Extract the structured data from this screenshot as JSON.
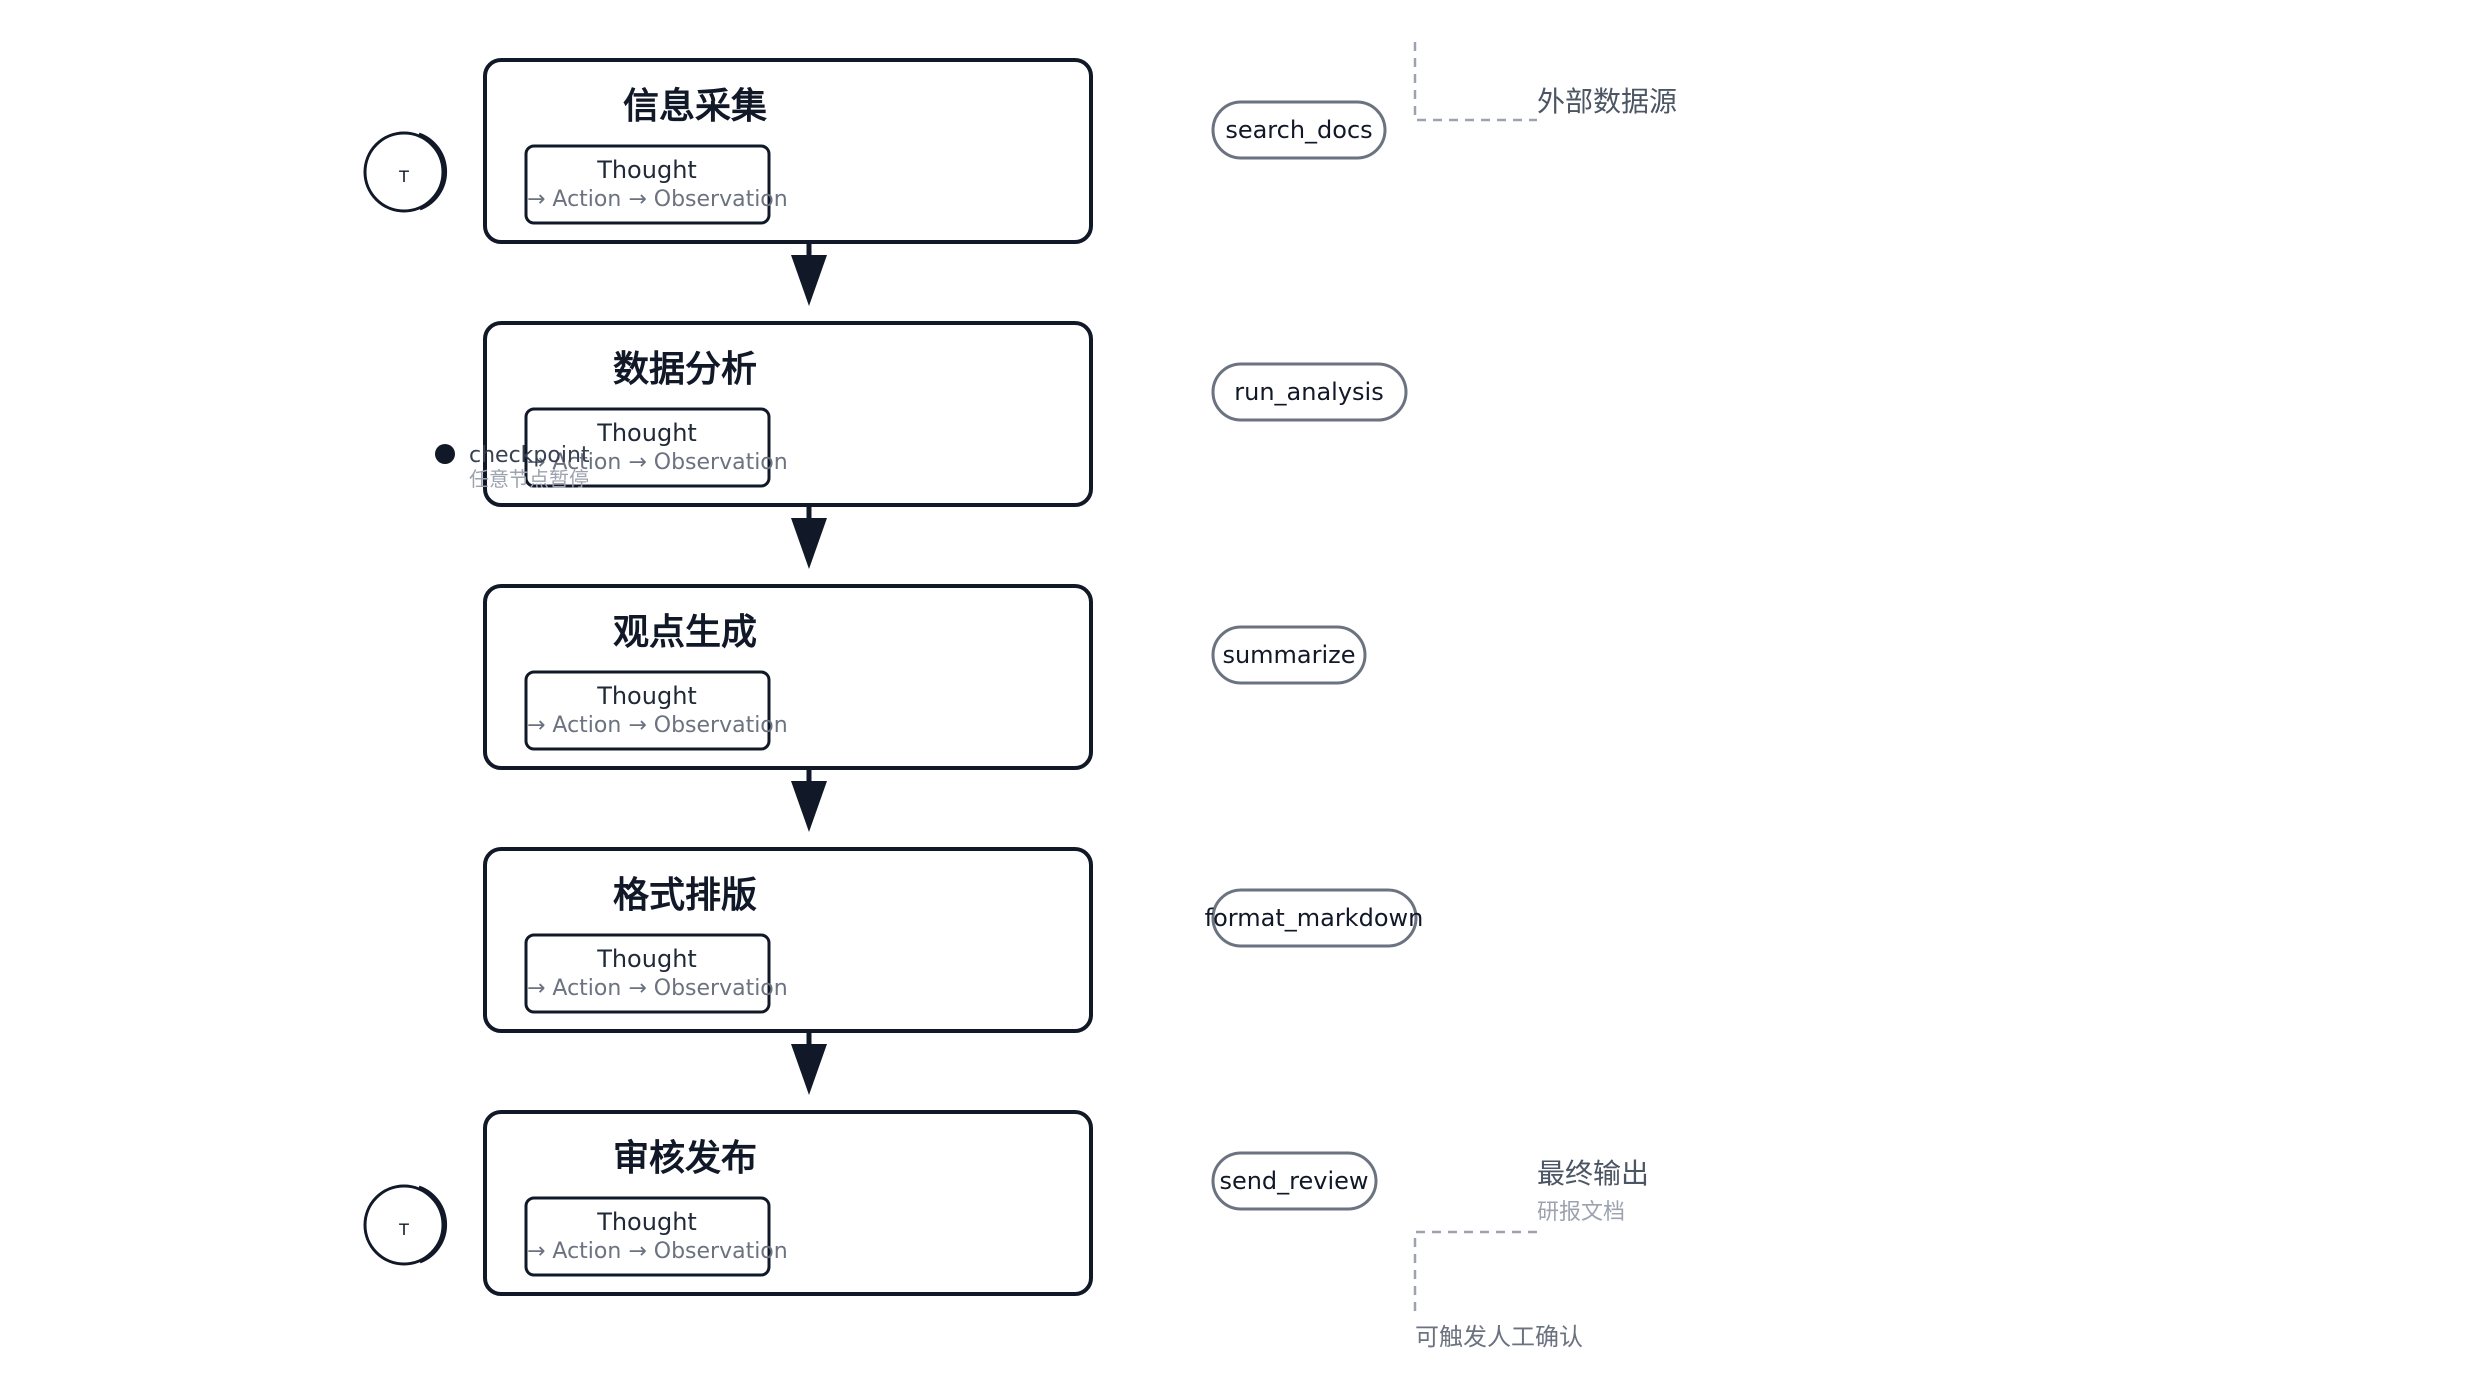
{
  "stages": [
    {
      "title": "信息采集",
      "thought": "Thought",
      "flow": "→ Action → Observation",
      "tool": "search_docs"
    },
    {
      "title": "数据分析",
      "thought": "Thought",
      "flow": "→ Action → Observation",
      "tool": "run_analysis"
    },
    {
      "title": "观点生成",
      "thought": "Thought",
      "flow": "→ Action → Observation",
      "tool": "summarize"
    },
    {
      "title": "格式排版",
      "thought": "Thought",
      "flow": "→ Action → Observation",
      "tool": "format_markdown"
    },
    {
      "title": "审核发布",
      "thought": "Thought",
      "flow": "→ Action → Observation",
      "tool": "send_review"
    }
  ],
  "terminals": {
    "start_label": "T",
    "end_label": "T"
  },
  "checkpoint": {
    "label": "checkpoint",
    "sublabel": "任意节点暂停"
  },
  "annotations": {
    "external_source": "外部数据源",
    "final_output": "最终输出",
    "final_output_sub": "研报文档",
    "human_confirm": "可触发人工确认"
  },
  "colors": {
    "stroke": "#111827",
    "pill_stroke": "#6b7280",
    "dashed": "#9ca3af",
    "background": "#ffffff"
  }
}
